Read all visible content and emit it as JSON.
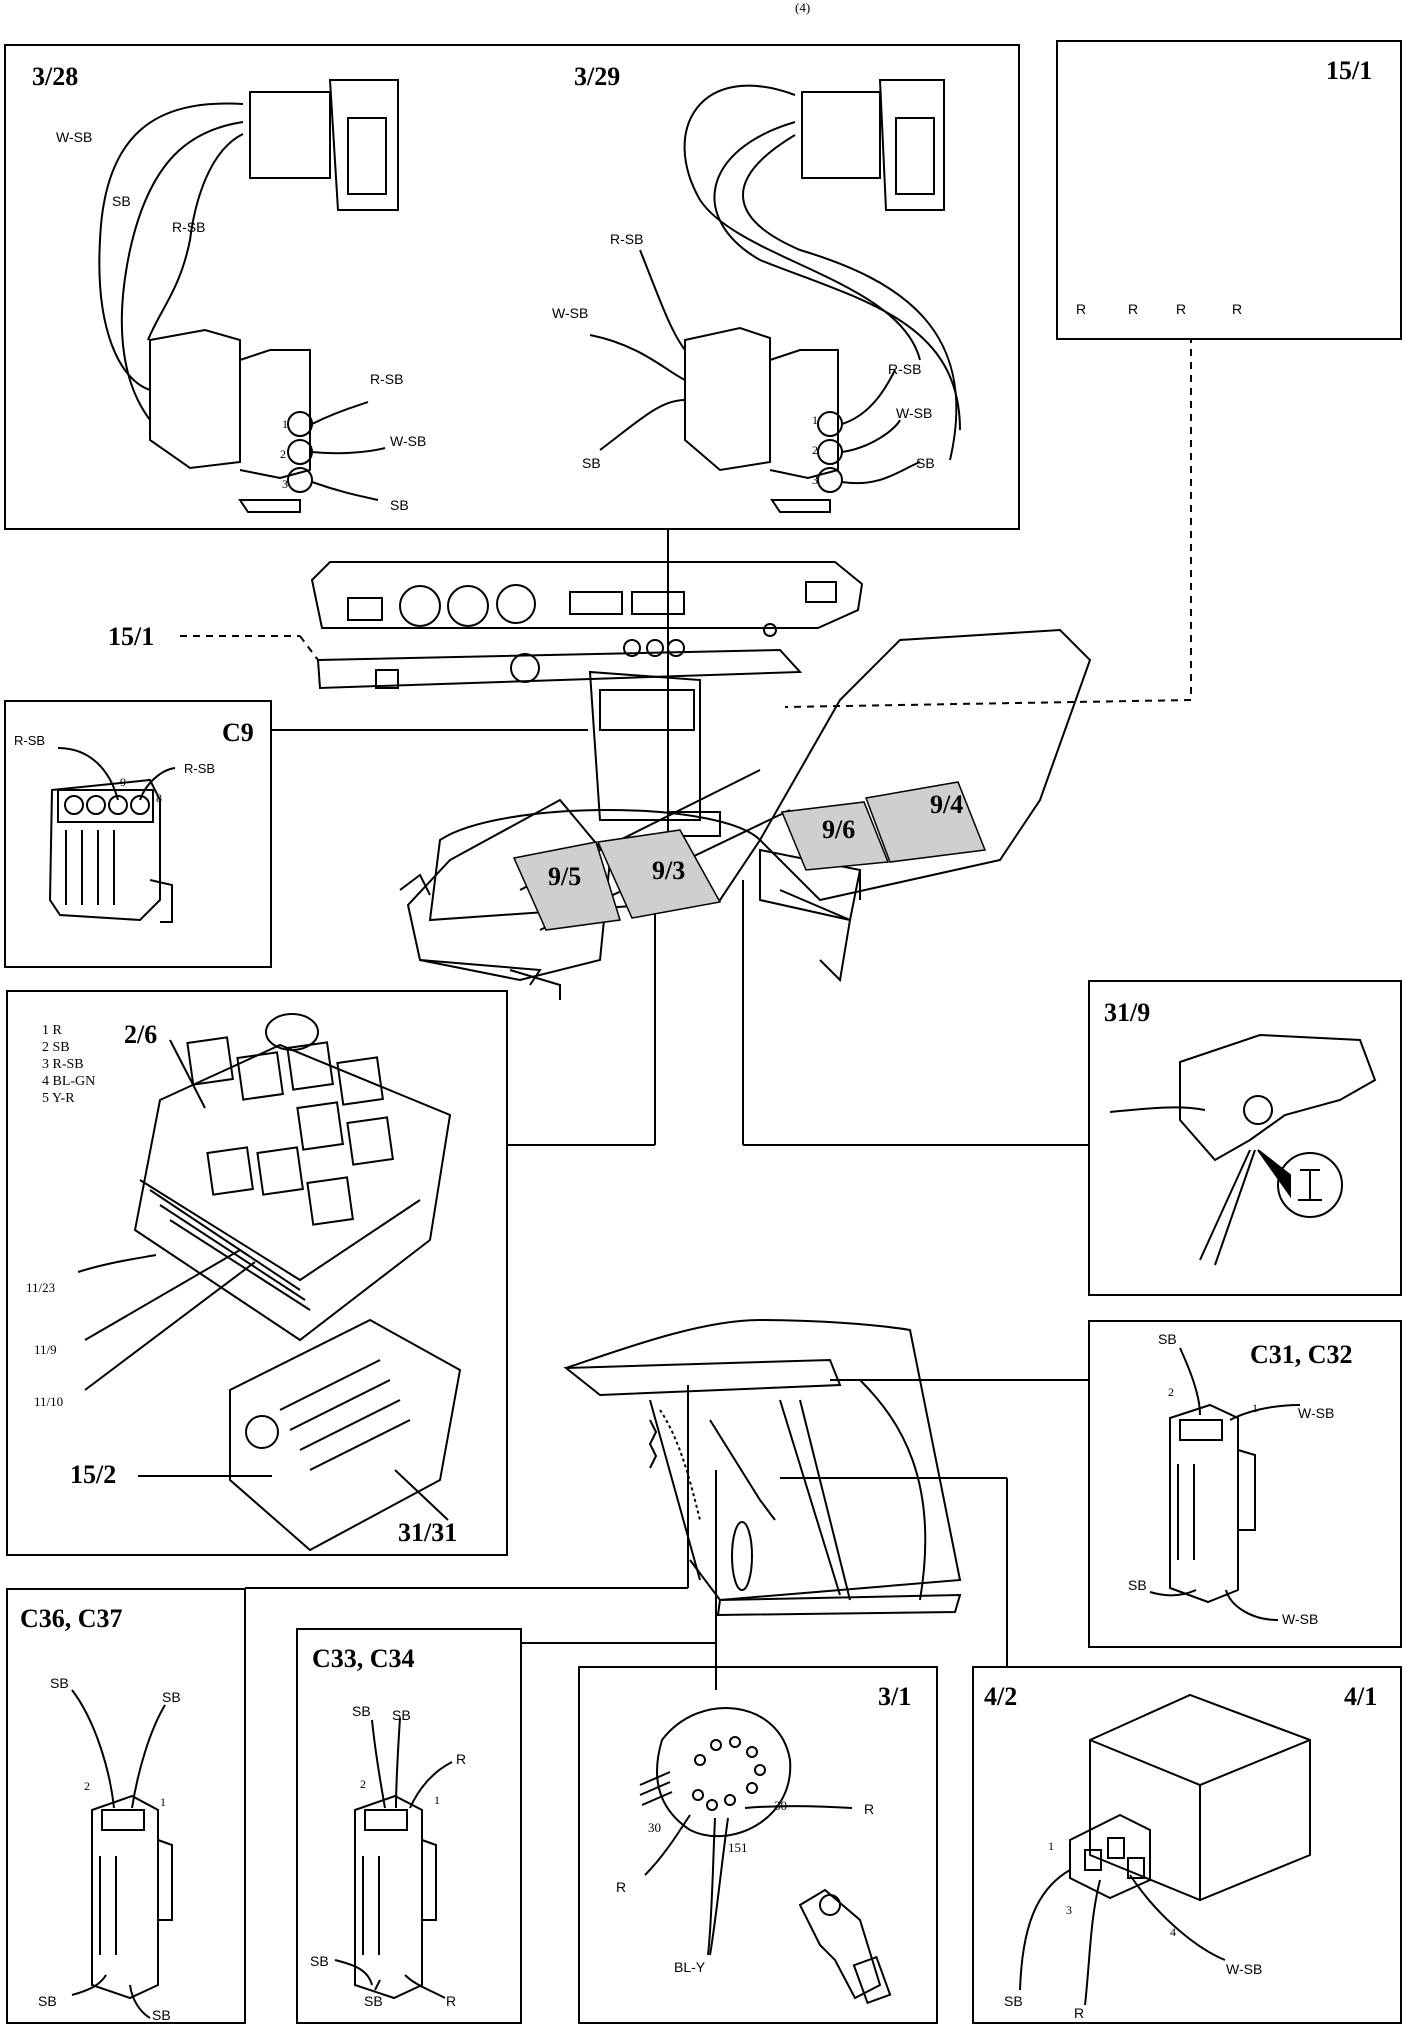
{
  "top_caption": "(4)",
  "panels": {
    "p328": {
      "title": "3/28",
      "wires": [
        "W-SB",
        "SB",
        "R-SB"
      ],
      "pins": [
        "1",
        "2",
        "3"
      ],
      "pin_wires": [
        "R-SB",
        "W-SB",
        "SB"
      ]
    },
    "p329": {
      "title": "3/29",
      "wires": [
        "R-SB",
        "W-SB",
        "SB"
      ],
      "pins": [
        "1",
        "2",
        "3"
      ],
      "pin_wires": [
        "R-SB",
        "W-SB",
        "SB"
      ]
    },
    "p151": {
      "title": "15/1",
      "wires": [
        "R",
        "R",
        "R",
        "R"
      ]
    },
    "pC9": {
      "title": "C9",
      "left_wire": "R-SB",
      "right_wire": "R-SB",
      "pin_a": "9",
      "pin_b": "8"
    },
    "p26": {
      "title": "2/6",
      "legend": [
        "1 R",
        "2 SB",
        "3 R-SB",
        "4 BL-GN",
        "5 Y-R"
      ],
      "side_labels": [
        "11/23",
        "11/9",
        "11/10"
      ],
      "ref_152": "15/2",
      "ref_3131": "31/31"
    },
    "p319": {
      "title": "31/9"
    },
    "pC3132": {
      "title": "C31, C32",
      "top_left_wire": "SB",
      "top_right_wire": "W-SB",
      "pin_2": "2",
      "pin_1": "1",
      "bottom_left_wire": "SB",
      "bottom_right_wire": "W-SB"
    },
    "pC3637": {
      "title": "C36, C37",
      "top_left_wire": "SB",
      "top_right_wire": "SB",
      "pin_2": "2",
      "pin_1": "1",
      "bottom_left_wire": "SB",
      "bottom_right_wire": "SB"
    },
    "pC3334": {
      "title": "C33, C34",
      "top_wire_a": "SB",
      "top_wire_b": "SB",
      "top_wire_r": "R",
      "pin_2": "2",
      "pin_1": "1",
      "bottom_left_wire": "SB",
      "bottom_mid_wire": "SB",
      "bottom_right_wire": "R"
    },
    "p31": {
      "title": "3/1",
      "t30_right": "30",
      "t30_left": "30",
      "t151": "151",
      "wire_right": "R",
      "wire_left": "R",
      "wire_bottom": "BL-Y"
    },
    "p42": {
      "title_left": "4/2",
      "title_right": "4/1",
      "pin_1": "1",
      "pin_3": "3",
      "pin_4": "4",
      "wire_sb": "SB",
      "wire_r": "R",
      "wire_wsb": "W-SB"
    }
  },
  "center": {
    "ref_151": "15/1",
    "zones": [
      "9/5",
      "9/3",
      "9/6",
      "9/4"
    ]
  }
}
